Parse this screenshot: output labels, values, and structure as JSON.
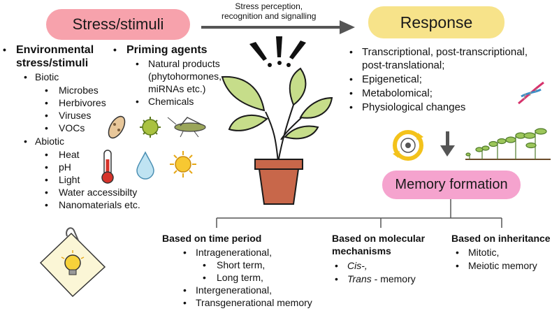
{
  "stress": {
    "title": "Stress/stimuli"
  },
  "arrow_label": {
    "line1": "Stress perception,",
    "line2": "recognition and signalling"
  },
  "response": {
    "title": "Response",
    "items": [
      "Transcriptional, post-transcriptional,",
      "post-translational;",
      "Epigenetical;",
      "Metabolomical;",
      "Physiological changes"
    ]
  },
  "environmental": {
    "heading_line1": "Environmental",
    "heading_line2": "stress/stimuli",
    "biotic": {
      "label": "Biotic",
      "items": [
        "Microbes",
        "Herbivores",
        "Viruses",
        "VOCs"
      ]
    },
    "abiotic": {
      "label": "Abiotic",
      "items": [
        "Heat",
        "pH",
        "Light",
        "Water accessibilty",
        "Nanomaterials etc."
      ]
    }
  },
  "priming": {
    "heading": "Priming agents",
    "item1_line1": "Natural products",
    "item1_line2": "(phytohormones,",
    "item1_line3": "miRNAs etc.)",
    "item2": "Chemicals"
  },
  "memory": {
    "title": "Memory formation"
  },
  "time_period": {
    "heading": "Based on time period",
    "intra": "Intragenerational,",
    "short": "Short term,",
    "long": "Long term,",
    "inter": "Intergenerational,",
    "trans": "Transgenerational memory"
  },
  "molecular": {
    "heading_line1": "Based on molecular",
    "heading_line2": "mechanisms",
    "cis": "Cis-,",
    "trans_italic": "Trans",
    "trans_rest": " - memory"
  },
  "inheritance": {
    "heading": "Based on inheritance",
    "items": [
      "Mitotic,",
      "Meiotic memory"
    ]
  },
  "colors": {
    "stress_pill": "#f7a2ac",
    "response_pill": "#f7e38a",
    "memory_pill": "#f5a3ce",
    "arrow": "#555555",
    "leaf": "#c6dd8a",
    "pot": "#c8674a"
  }
}
